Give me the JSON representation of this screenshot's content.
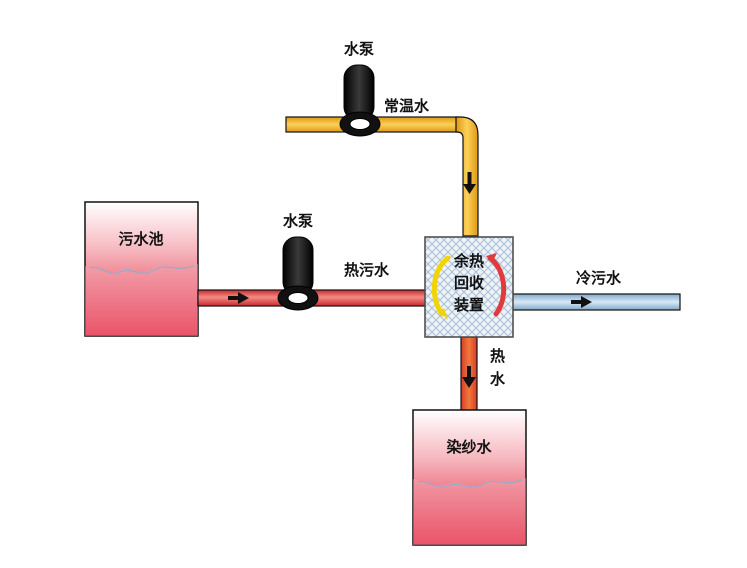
{
  "labels": {
    "pump_top": "水泵",
    "pump_left": "水泵",
    "normal_temp_water": "常温水",
    "sewage_pool": "污水池",
    "hot_sewage": "热污水",
    "heat_recovery_line1": "余热",
    "heat_recovery_line2": "回收",
    "heat_recovery_line3": "装置",
    "cold_sewage": "冷污水",
    "hot_water_line1": "热",
    "hot_water_line2": "水",
    "dyeing_water": "染纱水"
  },
  "colors": {
    "normal_temp_pipe": "#f5b82e",
    "hot_pipe": "#e8413d",
    "cold_pipe": "#b9d6ee",
    "tank_red": "#e01530",
    "pump_black": "#111111"
  }
}
